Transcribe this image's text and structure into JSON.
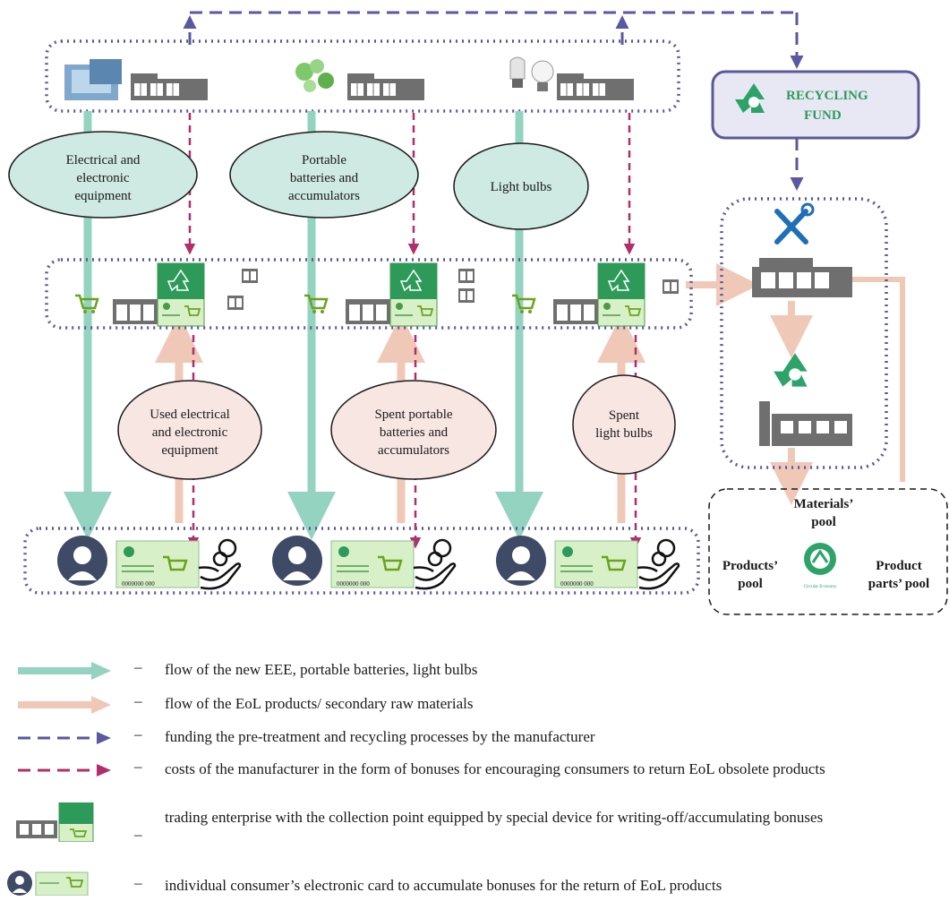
{
  "colors": {
    "new_flow": "#93d3bf",
    "eol_flow": "#f0c8b8",
    "funding": "#5a58a0",
    "bonus": "#b02f6a",
    "group_border": "#5b5898",
    "product_ellipse": "#cfeae2",
    "eol_ellipse": "#f8e6e2",
    "factory": "#6f6f6f",
    "recycle_green": "#2da36a",
    "card": "#d8f0c8"
  },
  "products": [
    {
      "label": "Electrical and electronic equipment"
    },
    {
      "label": "Portable batteries and accumulators"
    },
    {
      "label": "Light bulbs"
    }
  ],
  "eol_items": [
    {
      "label": "Used electrical and electronic equipment"
    },
    {
      "label": "Spent portable batteries and accumulators"
    },
    {
      "label": "Spent light bulbs"
    }
  ],
  "recycling_fund": {
    "line1": "RECYCLING",
    "line2": "FUND"
  },
  "pools": {
    "materials": "Materials’ pool",
    "products": "Products’ pool",
    "parts": "Product parts’ pool",
    "circular_badge": "Circular Economy"
  },
  "card_number": "0000000 000",
  "legend": [
    {
      "icon": "green-arrow-icon",
      "text": "flow of the new EEE, portable batteries, light bulbs"
    },
    {
      "icon": "pink-arrow-icon",
      "text": "flow of the EoL products/ secondary raw materials"
    },
    {
      "icon": "blue-dashed-arrow-icon",
      "text": "funding the pre-treatment and recycling processes by the manufacturer"
    },
    {
      "icon": "red-dashed-arrow-icon",
      "text": "costs of the manufacturer in the form of bonuses for encouraging consumers to return EoL obsolete products"
    },
    {
      "icon": "collection-point-icon",
      "text": "trading enterprise with the collection point equipped by special device for writing-off/accumulating bonuses"
    },
    {
      "icon": "consumer-card-icon",
      "text": "individual consumer’s electronic card to accumulate bonuses for the return of EoL products"
    }
  ],
  "legend_dash": "–"
}
